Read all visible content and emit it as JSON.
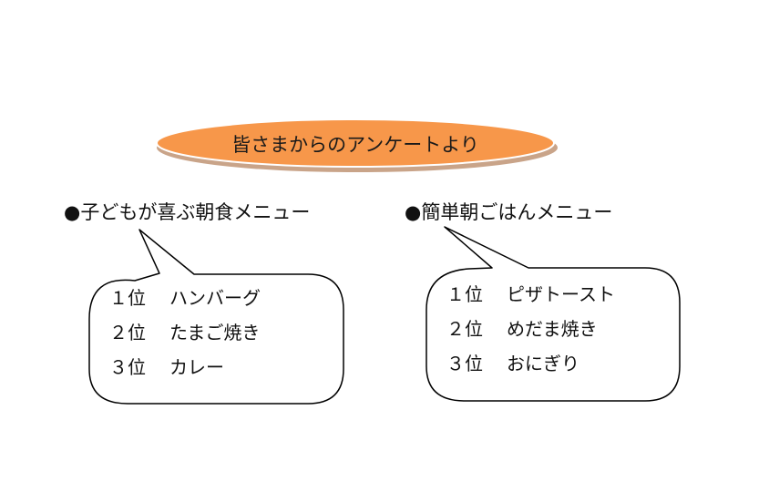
{
  "title": "皆さまからのアンケートより",
  "colors": {
    "ellipse_fill": "#f7974a",
    "ellipse_shadow": "#c9a489",
    "bubble_stroke": "#000000"
  },
  "sections": [
    {
      "heading": "●子どもが喜ぶ朝食メニュー",
      "rankings": [
        {
          "rank": "１位",
          "item": "ハンバーグ"
        },
        {
          "rank": "２位",
          "item": "たまご焼き"
        },
        {
          "rank": "３位",
          "item": "カレー"
        }
      ]
    },
    {
      "heading": "●簡単朝ごはんメニュー",
      "rankings": [
        {
          "rank": "１位",
          "item": "ピザトースト"
        },
        {
          "rank": "２位",
          "item": "めだま焼き"
        },
        {
          "rank": "３位",
          "item": "おにぎり"
        }
      ]
    }
  ]
}
